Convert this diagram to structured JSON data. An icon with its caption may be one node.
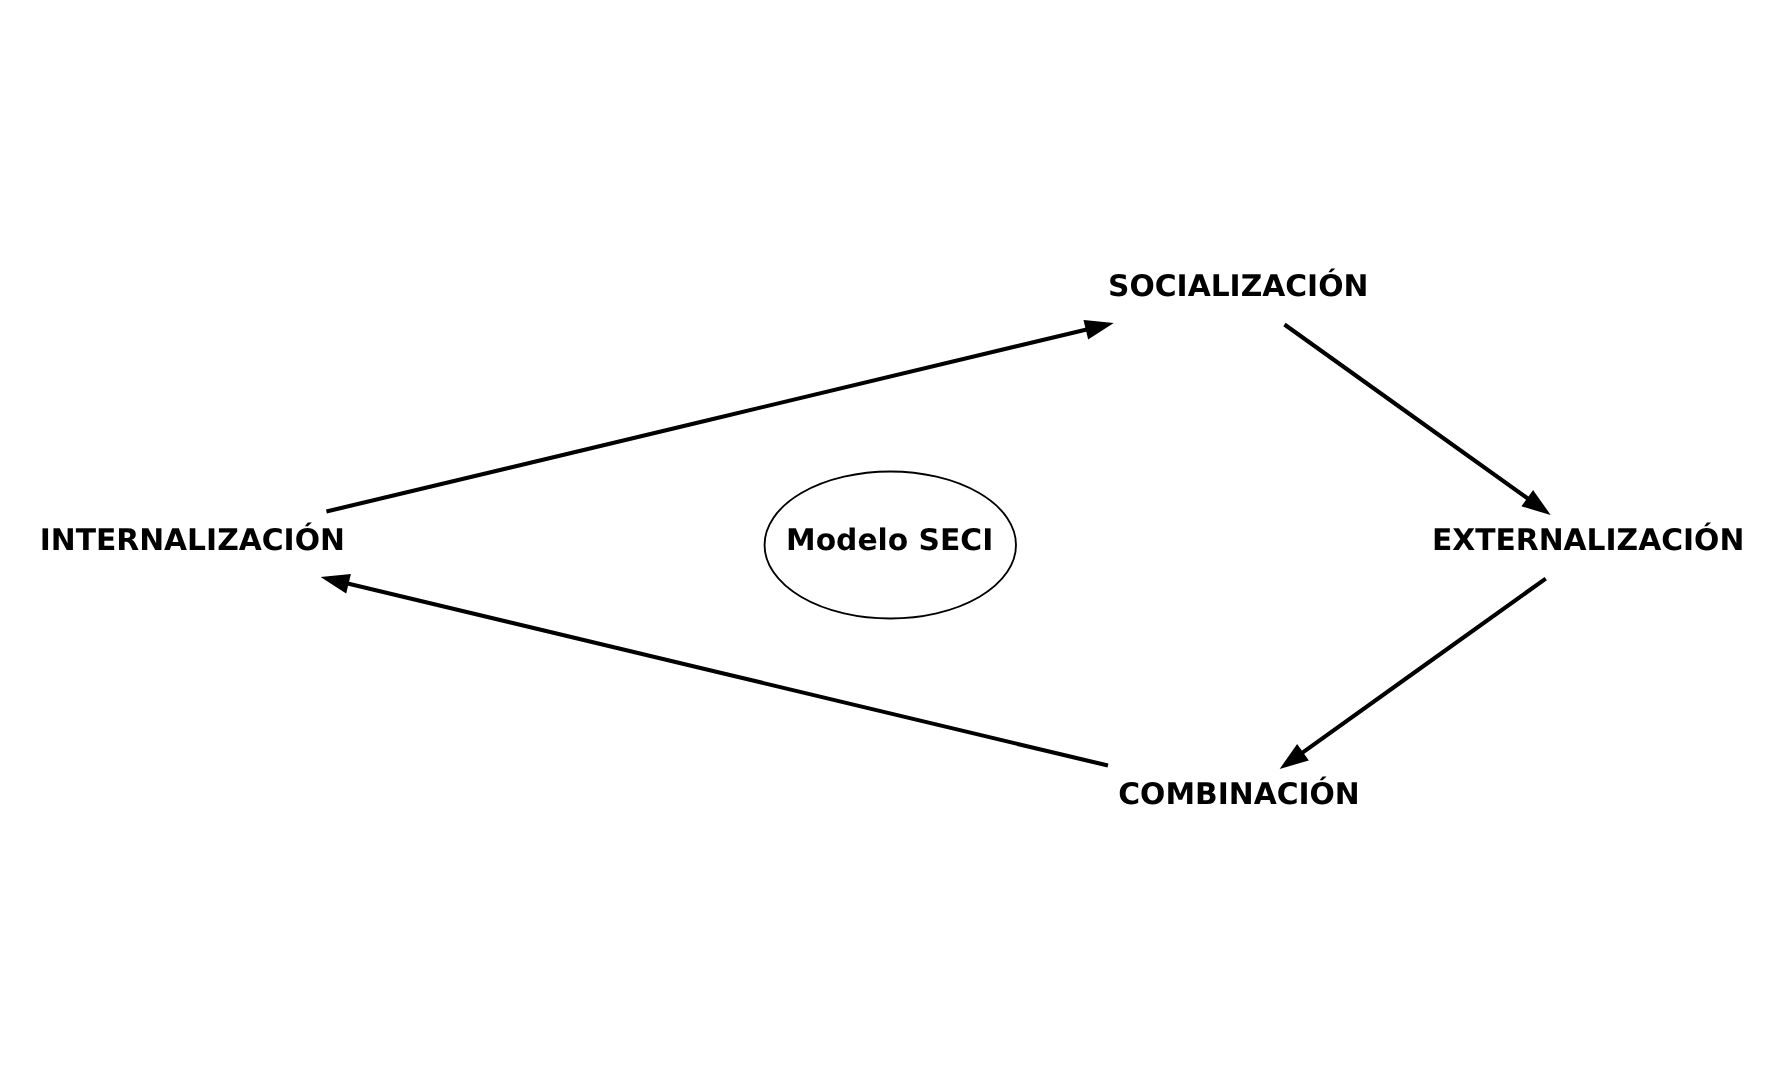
{
  "diagram": {
    "nodes": [
      {
        "text": [
          "SOCIALIZACIÓN"
        ]
      },
      {
        "text": [
          "INTERNALIZACIÓN"
        ]
      },
      {
        "text": [
          "Modelo SECI"
        ]
      },
      {
        "text": [
          "EXTERNALIZACIÓN"
        ]
      },
      {
        "text": [
          "COMBINACIÓN"
        ]
      }
    ],
    "edges": [
      {
        "from": 0,
        "to": 3,
        "arrow": "to"
      },
      {
        "from": 3,
        "to": 4,
        "arrow": "to"
      },
      {
        "from": 4,
        "to": 1,
        "arrow": "to"
      },
      {
        "from": 1,
        "to": 0,
        "arrow": "to"
      }
    ]
  }
}
